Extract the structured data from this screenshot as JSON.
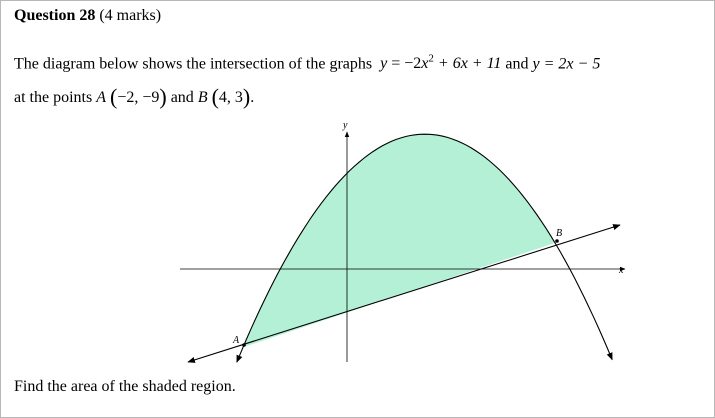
{
  "question": {
    "number_label": "Question 28",
    "marks_label": "(4 marks)"
  },
  "text": {
    "line1_prefix": "The diagram below shows the intersection of the graphs",
    "eq1_lhs": "y",
    "eq1_eq": " = −2",
    "eq1_x": "x",
    "eq1_pow": "2",
    "eq1_rest": " + 6x + 11",
    "and": " and ",
    "eq2_lhs": "y",
    "eq2_rest": " = 2x − 5",
    "line2_prefix": "at the points",
    "point_a_label": "A",
    "point_a_coords": "−2, −9",
    "and2": " and ",
    "point_b_label": "B",
    "point_b_coords": "4, 3",
    "period": ".",
    "prompt": "Find the area of the shaded region."
  },
  "diagram": {
    "y_axis_label": "y",
    "x_axis_label": "x",
    "point_a": "A",
    "point_b": "B",
    "shade_color": "#b3f0d6",
    "curve_color": "#000000",
    "parabola": {
      "a": -2,
      "b": 6,
      "c": 11
    },
    "line": {
      "m": 2,
      "c": -5
    },
    "intersections": [
      {
        "name": "A",
        "x": -2,
        "y": -9
      },
      {
        "name": "B",
        "x": 4,
        "y": 3
      }
    ]
  }
}
